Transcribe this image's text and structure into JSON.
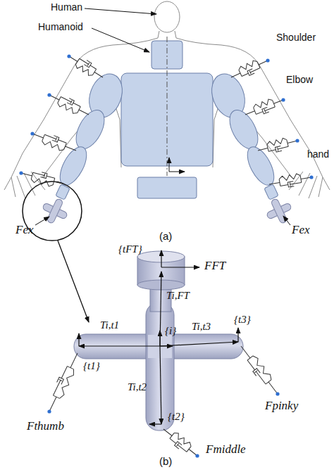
{
  "diagram": {
    "labels": [
      "Human",
      "Humanoid",
      "Shoulder",
      "Elbow",
      "hand",
      "Fex",
      "Fex",
      "(a)",
      "{tFT}",
      "FFT",
      "Ti,FT",
      "{i}",
      "Ti,t1",
      "Ti,t3",
      "{t3}",
      "{t1}",
      "Ti,t2",
      "{t2}",
      "Fthumb",
      "Fpinky",
      "Fmiddle",
      "(b)"
    ]
  }
}
